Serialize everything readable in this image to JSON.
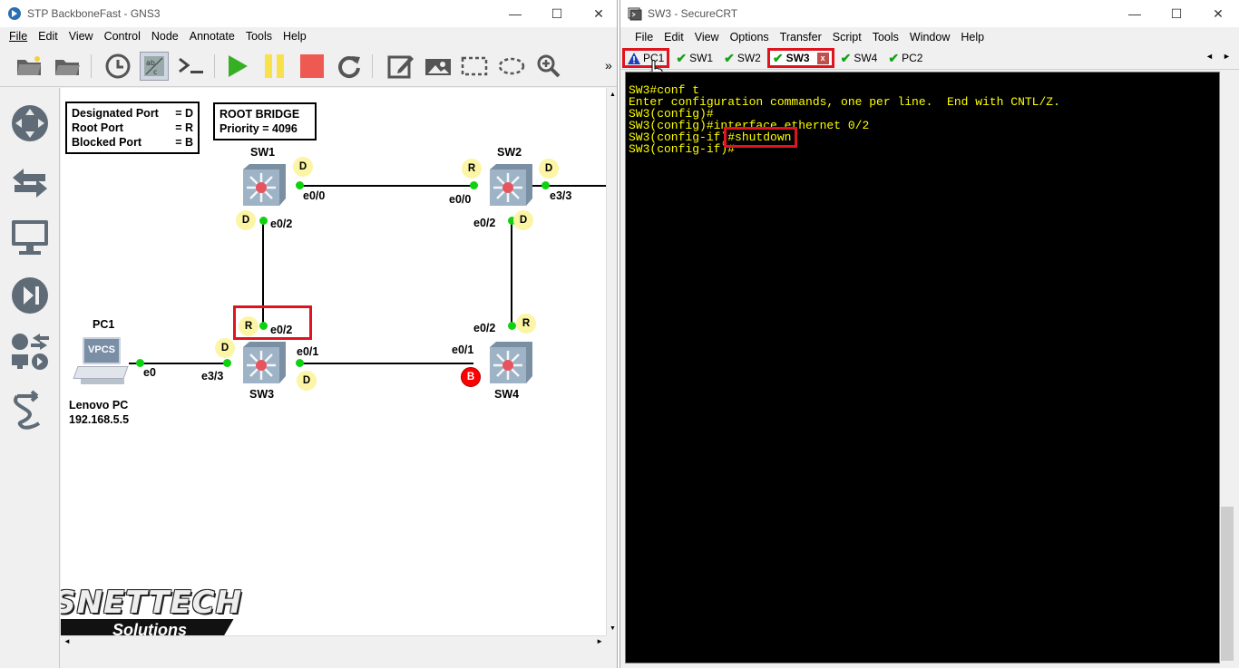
{
  "gns3": {
    "title": "STP BackboneFast - GNS3",
    "menu": [
      "File",
      "Edit",
      "View",
      "Control",
      "Node",
      "Annotate",
      "Tools",
      "Help"
    ],
    "toolbar_overflow": "»",
    "legend": {
      "rows": [
        {
          "label": "Designated Port",
          "value": "= D"
        },
        {
          "label": "Root Port",
          "value": "= R"
        },
        {
          "label": "Blocked Port",
          "value": "= B"
        }
      ]
    },
    "root_bridge": {
      "line1": "ROOT BRIDGE",
      "line2": "Priority = 4096"
    },
    "nodes": {
      "sw1": "SW1",
      "sw2": "SW2",
      "sw3": "SW3",
      "sw4": "SW4",
      "pc1": "PC1",
      "pc1_desc": "Lenovo PC",
      "pc1_ip": "192.168.5.5",
      "vpcs": "VPCS"
    },
    "ports": {
      "sw1_e00": "e0/0",
      "sw2_e00": "e0/0",
      "sw2_e33": "e3/3",
      "sw1_e02": "e0/2",
      "sw2_e02": "e0/2",
      "sw3_e02": "e0/2",
      "sw4_e02": "e0/2",
      "sw3_e01": "e0/1",
      "sw4_e01": "e0/1",
      "sw3_e33": "e3/3",
      "pc1_e0": "e0"
    },
    "roles": {
      "sw1_e00": "D",
      "sw1_e02": "D",
      "sw2_e00": "R",
      "sw2_e33": "D",
      "sw2_e02": "D",
      "sw3_e02": "R",
      "sw3_e33": "D",
      "sw3_e01": "D",
      "sw4_e02": "R",
      "sw4_e01": "B"
    },
    "watermark": {
      "brand": "SYSNETTECH",
      "sub": "Solutions"
    }
  },
  "crt": {
    "title": "SW3 - SecureCRT",
    "menu": [
      "File",
      "Edit",
      "View",
      "Options",
      "Transfer",
      "Script",
      "Tools",
      "Window",
      "Help"
    ],
    "tabs": [
      {
        "label": "PC1",
        "status": "warning"
      },
      {
        "label": "SW1",
        "status": "ok"
      },
      {
        "label": "SW2",
        "status": "ok"
      },
      {
        "label": "SW3",
        "status": "ok",
        "active": true
      },
      {
        "label": "SW4",
        "status": "ok"
      },
      {
        "label": "PC2",
        "status": "ok"
      }
    ],
    "tab_close": "x",
    "terminal": {
      "lines": [
        "SW3#conf t",
        "Enter configuration commands, one per line.  End with CNTL/Z.",
        "SW3(config)#",
        "SW3(config)#interface ethernet 0/2"
      ],
      "prompt5": "SW3(config-if)",
      "cmd5": "#shutdown",
      "line6": "SW3(config-if)#"
    }
  },
  "colors": {
    "highlight": "#e0141e",
    "port_up": "#0fd10f",
    "terminal_text": "#ffff00",
    "role_badge": "#fbf5a5",
    "blocked": "#ff0000"
  }
}
